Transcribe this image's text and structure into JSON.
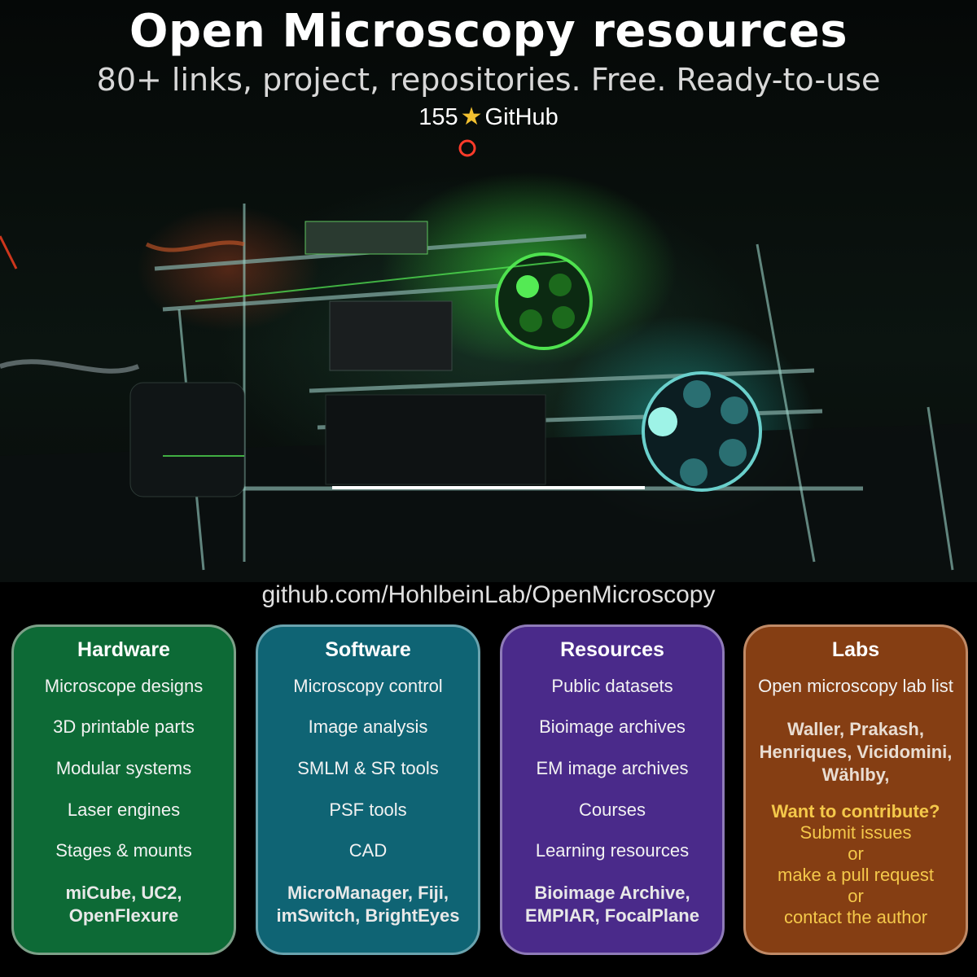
{
  "header": {
    "title": "Open Microscopy resources",
    "subtitle": "80+ links, project, repositories. Free. Ready-to-use",
    "stars_count": "155",
    "stars_glyph": "★",
    "stars_label": "GitHub"
  },
  "repo_url": "github.com/HohlbeinLab/OpenMicroscopy",
  "cards": {
    "hardware": {
      "title": "Hardware",
      "items": [
        "Microscope designs",
        "3D printable parts",
        "Modular systems",
        "Laser engines",
        "Stages & mounts"
      ],
      "examples": [
        "miCube, UC2,",
        "OpenFlexure"
      ]
    },
    "software": {
      "title": "Software",
      "items": [
        "Microscopy control",
        "Image analysis",
        "SMLM & SR tools",
        "PSF tools",
        "CAD"
      ],
      "examples": [
        "MicroManager, Fiji,",
        "imSwitch, BrightEyes"
      ]
    },
    "resources": {
      "title": "Resources",
      "items": [
        "Public datasets",
        "Bioimage archives",
        "EM image archives",
        "Courses",
        "Learning resources"
      ],
      "examples": [
        "Bioimage Archive,",
        "EMPIAR, FocalPlane"
      ]
    },
    "labs": {
      "title": "Labs",
      "list_label": "Open microscopy lab list",
      "names": [
        "Waller, Prakash,",
        "Henriques, Vicidomini,",
        "Wählby,"
      ],
      "contribute_title": "Want to contribute?",
      "contribute_lines": [
        "Submit issues",
        "or",
        "make a pull request",
        "or",
        "contact the author"
      ]
    }
  },
  "colors": {
    "hardware": "#0d6a36",
    "software": "#0f6474",
    "resources": "#4a2a8a",
    "labs": "#853e13",
    "star": "#f3c130",
    "contribute": "#f4c84a"
  }
}
